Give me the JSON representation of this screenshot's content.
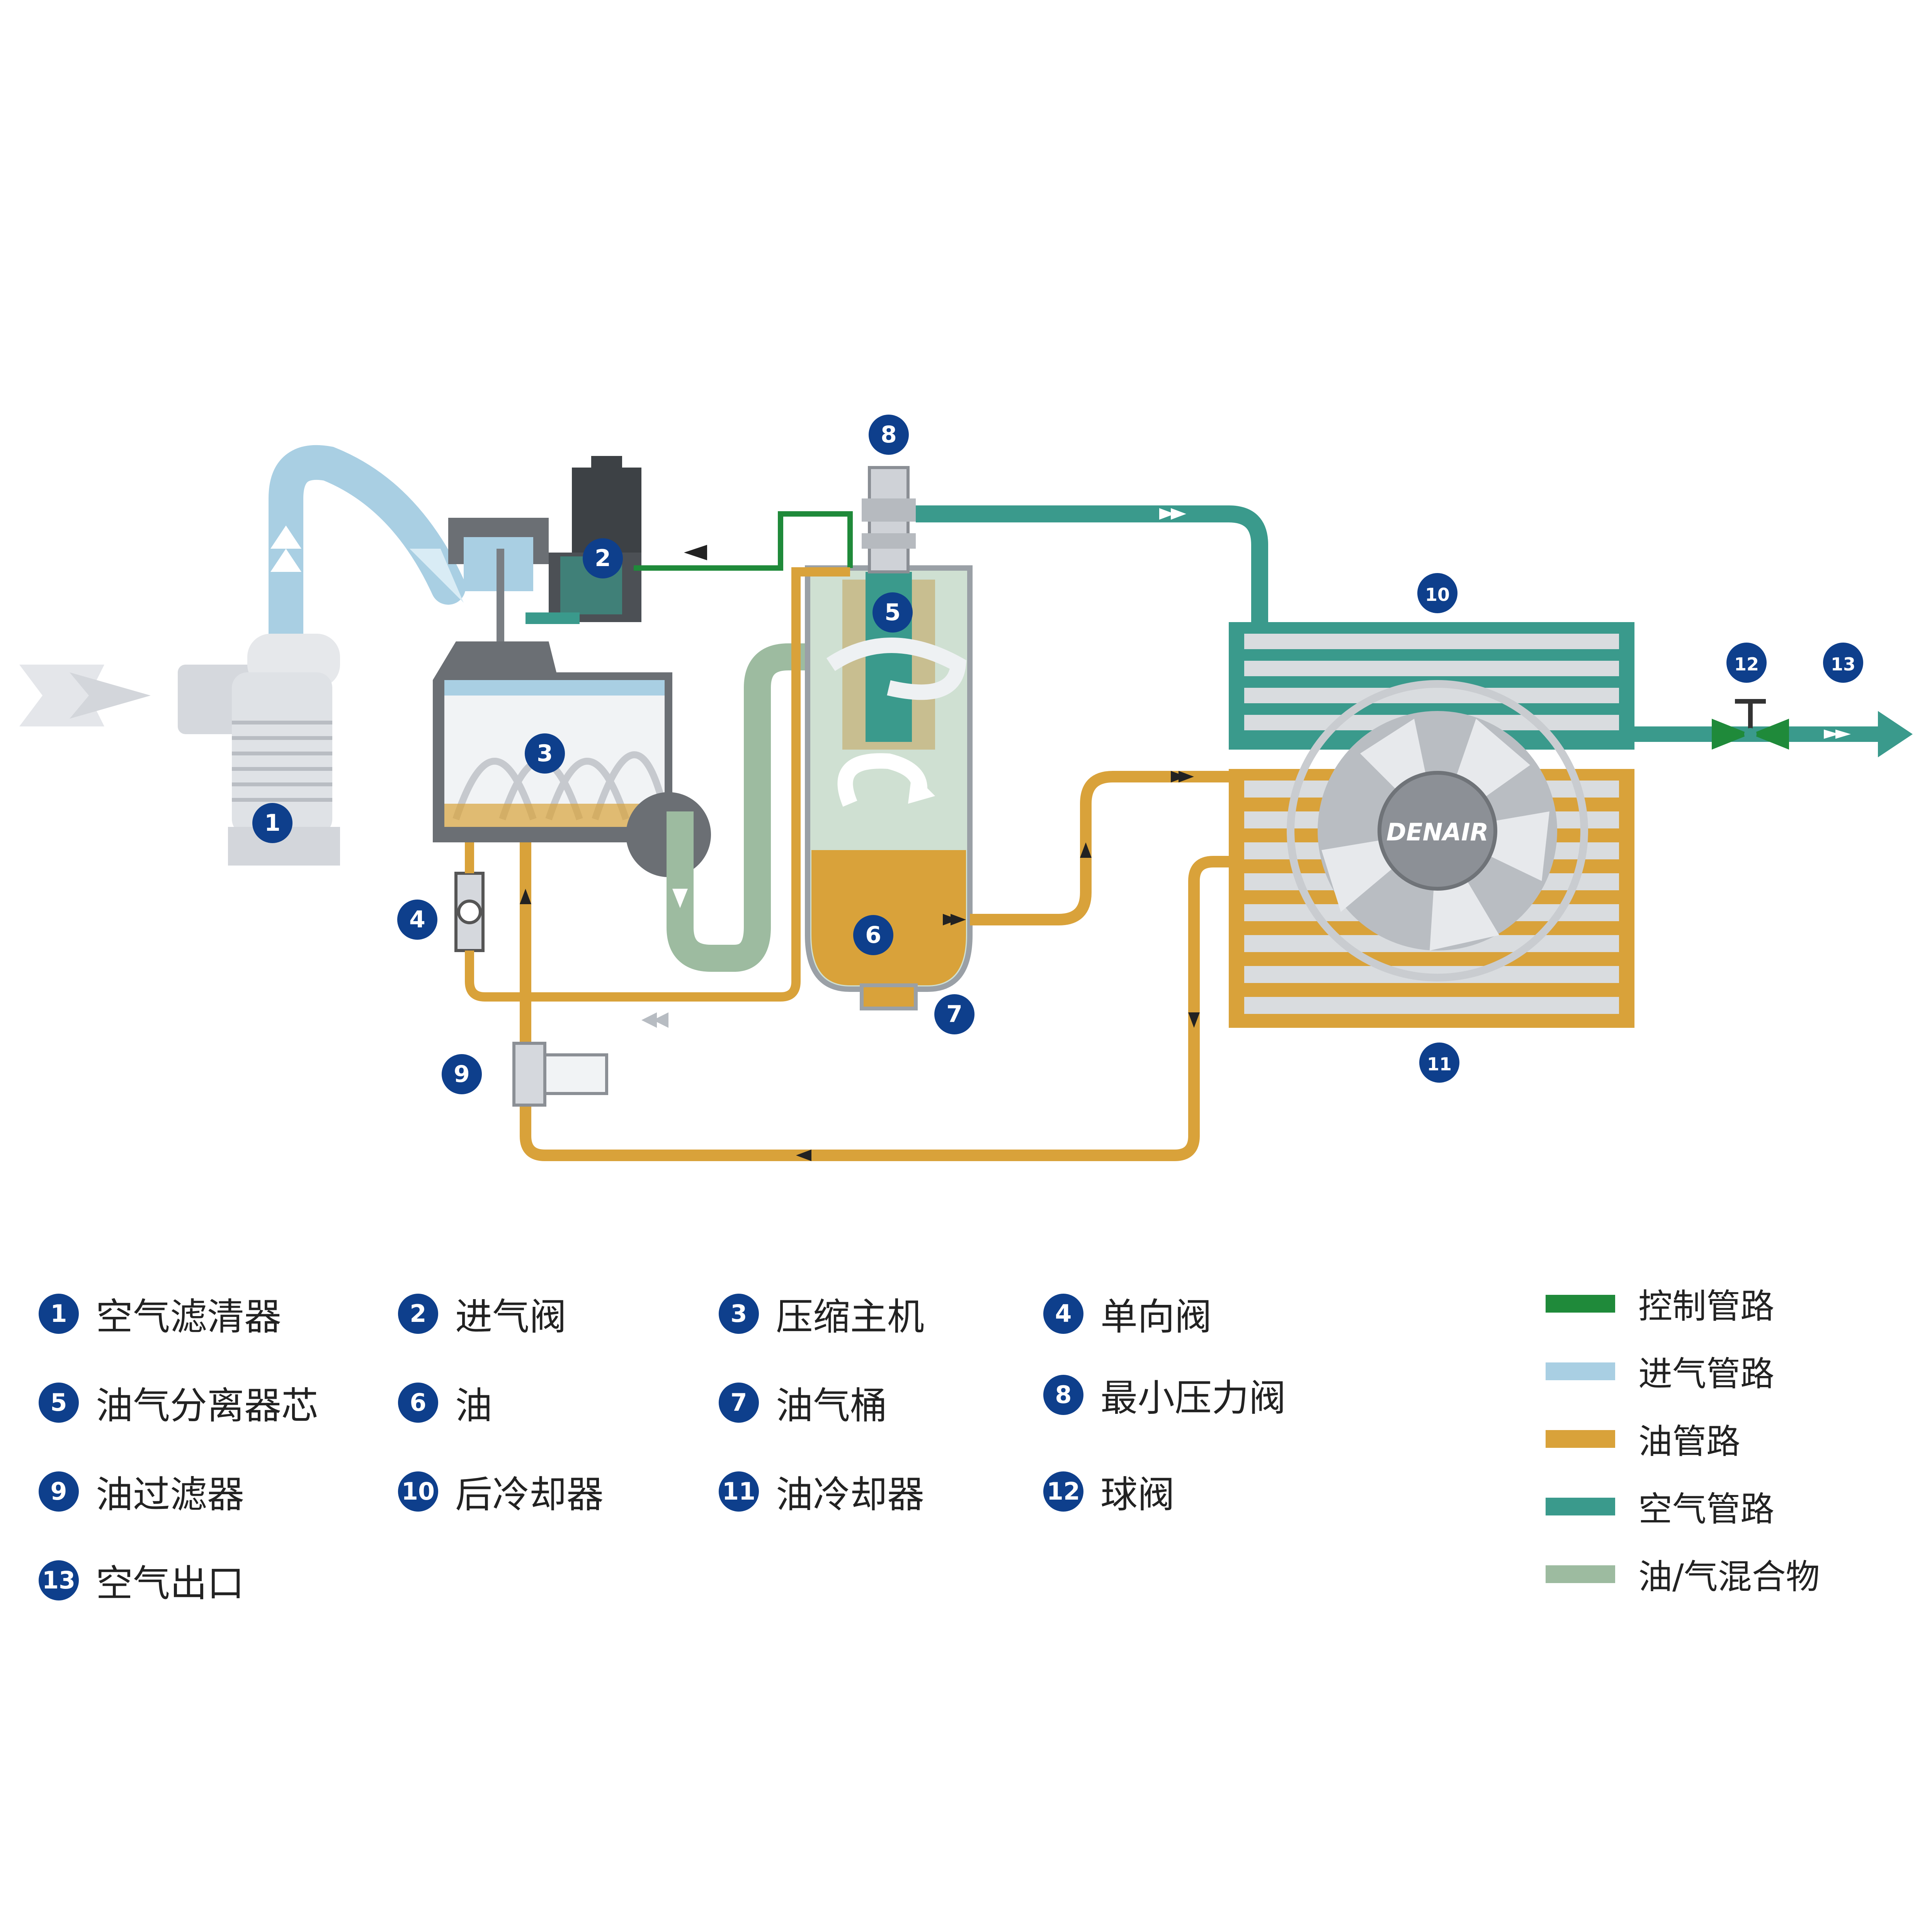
{
  "colors": {
    "control": "#1f8a3a",
    "intake": "#a9cfe3",
    "oil": "#d9a23a",
    "air": "#3a9a8c",
    "mixture": "#9dbba0",
    "badge": "#0e3f8c"
  },
  "brand": "DENAIR",
  "numbers": [
    "1",
    "2",
    "3",
    "4",
    "5",
    "6",
    "7",
    "8",
    "9",
    "10",
    "11",
    "12",
    "13"
  ],
  "components": [
    {
      "num": "1",
      "label": "空气滤清器"
    },
    {
      "num": "2",
      "label": "进气阀"
    },
    {
      "num": "3",
      "label": "压缩主机"
    },
    {
      "num": "4",
      "label": "单向阀"
    },
    {
      "num": "5",
      "label": "油气分离器芯"
    },
    {
      "num": "6",
      "label": "油"
    },
    {
      "num": "7",
      "label": "油气桶"
    },
    {
      "num": "8",
      "label": "最小压力阀"
    },
    {
      "num": "9",
      "label": "油过滤器"
    },
    {
      "num": "10",
      "label": "后冷却器"
    },
    {
      "num": "11",
      "label": "油冷却器"
    },
    {
      "num": "12",
      "label": "球阀"
    },
    {
      "num": "13",
      "label": "空气出口"
    }
  ],
  "line_types": [
    {
      "label": "控制管路",
      "color": "#1f8a3a"
    },
    {
      "label": "进气管路",
      "color": "#a9cfe3"
    },
    {
      "label": "油管路",
      "color": "#d9a23a"
    },
    {
      "label": "空气管路",
      "color": "#3a9a8c"
    },
    {
      "label": "油/气混合物",
      "color": "#9dbba0"
    }
  ]
}
